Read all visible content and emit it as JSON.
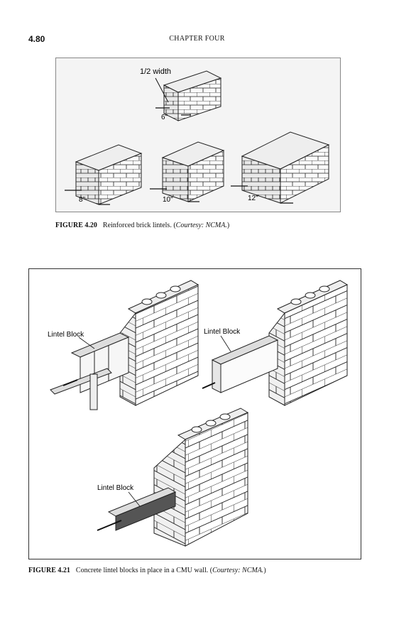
{
  "header": {
    "page_number": "4.80",
    "chapter": "CHAPTER FOUR"
  },
  "figure_4_20": {
    "labels": {
      "half_width": "1/2 width",
      "dim_6": "6\"",
      "dim_8": "8\"",
      "dim_10": "10\"",
      "dim_12": "12\""
    },
    "caption": {
      "number": "FIGURE 4.20",
      "text": "Reinforced brick lintels. (",
      "courtesy": "Courtesy: NCMA.",
      "close": ")"
    }
  },
  "figure_4_21": {
    "labels": {
      "lintel_a": "Lintel Block",
      "lintel_b": "Lintel Block",
      "lintel_c": "Lintel Block"
    },
    "caption": {
      "number": "FIGURE 4.21",
      "text": "Concrete lintel blocks in place in a CMU wall. (",
      "courtesy": "Courtesy: NCMA.",
      "close": ")"
    }
  }
}
